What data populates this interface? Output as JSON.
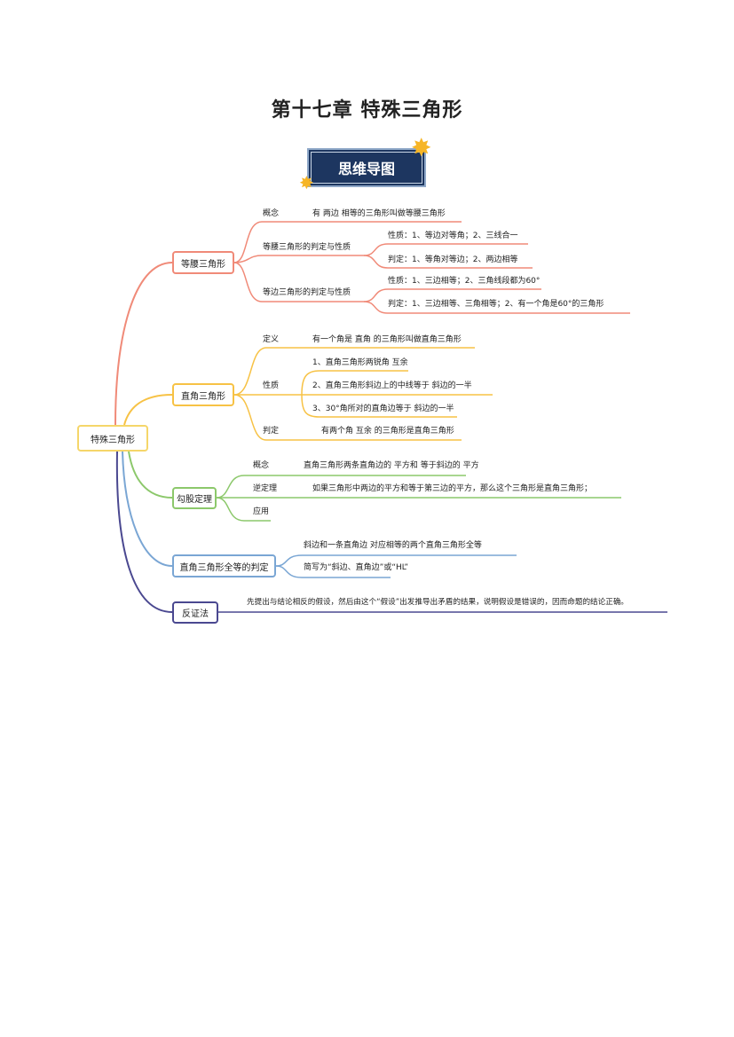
{
  "title": "第十七章 特殊三角形",
  "badge": "思维导图",
  "root": "特殊三角形",
  "colors": {
    "isosceles": "#f08a78",
    "right": "#f7c245",
    "pythag": "#8cc86b",
    "congruent": "#7aa6d4",
    "contradiction": "#4a4890"
  },
  "branches": [
    {
      "label": "等腰三角形",
      "items": [
        {
          "label": "概念",
          "text": "有 两边 相等的三角形叫做等腰三角形"
        },
        {
          "label": "等腰三角形的判定与性质",
          "subs": [
            "性质：1、等边对等角；2、三线合一",
            "判定：1、等角对等边；2、两边相等"
          ]
        },
        {
          "label": "等边三角形的判定与性质",
          "subs": [
            "性质：1、三边相等；2、三角线段都为60°",
            "判定：1、三边相等、三角相等；2、有一个角是60°的三角形"
          ]
        }
      ]
    },
    {
      "label": "直角三角形",
      "items": [
        {
          "label": "定义",
          "text": "有一个角是 直角 的三角形叫做直角三角形"
        },
        {
          "label": "性质",
          "subs": [
            "1、直角三角形两锐角 互余",
            "2、直角三角形斜边上的中线等于 斜边的一半",
            "3、30°角所对的直角边等于 斜边的一半"
          ]
        },
        {
          "label": "判定",
          "text": "有两个角 互余 的三角形是直角三角形"
        }
      ]
    },
    {
      "label": "勾股定理",
      "items": [
        {
          "label": "概念",
          "text": "直角三角形两条直角边的 平方和 等于斜边的 平方"
        },
        {
          "label": "逆定理",
          "text": "如果三角形中两边的平方和等于第三边的平方，那么这个三角形是直角三角形；"
        },
        {
          "label": "应用"
        }
      ]
    },
    {
      "label": "直角三角形全等的判定",
      "subs": [
        "斜边和一条直角边 对应相等的两个直角三角形全等",
        "简写为“斜边、直角边”或“HL”"
      ]
    },
    {
      "label": "反证法",
      "text": "先提出与结论相反的假设，然后由这个“假设”出发推导出矛盾的结果，说明假设是错误的，因而命题的结论正确。"
    }
  ]
}
